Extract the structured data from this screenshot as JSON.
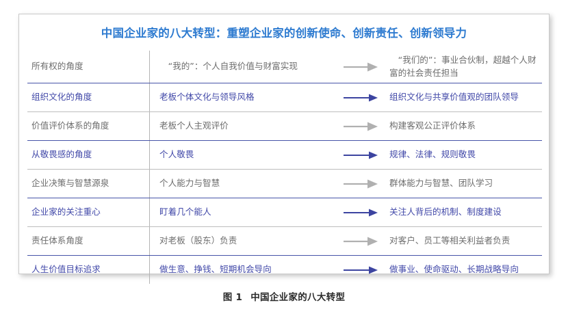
{
  "figure": {
    "panel_title": "中国企业家的八大转型：重塑企业家的创新使命、创新责任、创新领导力",
    "caption_label": "图 1",
    "caption_text": "中国企业家的八大转型",
    "colors": {
      "title_blue": "#2e7bd0",
      "accent_blue": "#4148a8",
      "plain_gray": "#6d6d6d",
      "separator_blue": "#4653a8",
      "separator_gray": "#bdbdbd",
      "panel_border": "#c9c9c9",
      "background": "#ffffff"
    },
    "arrow_icon_name": "right-arrow-icon",
    "rows": [
      {
        "dimension": "所有权的角度",
        "before": "　“我的”：个人自我价值与财富实现",
        "arrow": "→",
        "after": "　“我们的”：事业合伙制，超越个人财富的社会责任担当",
        "style": "plain"
      },
      {
        "dimension": "组织文化的角度",
        "before": "老板个体文化与领导风格",
        "arrow": "→",
        "after": "组织文化与共享价值观的团队领导",
        "style": "accent"
      },
      {
        "dimension": "价值评价体系的角度",
        "before": "老板个人主观评价",
        "arrow": "→",
        "after": "构建客观公正评价体系",
        "style": "plain"
      },
      {
        "dimension": "从敬畏感的角度",
        "before": "个人敬畏",
        "arrow": "→",
        "after": "规律、法律、规则敬畏",
        "style": "accent"
      },
      {
        "dimension": "企业决策与智慧源泉",
        "before": "个人能力与智慧",
        "arrow": "→",
        "after": "群体能力与智慧、团队学习",
        "style": "plain"
      },
      {
        "dimension": "企业家的关注重心",
        "before": "盯着几个能人",
        "arrow": "→",
        "after": "关注人背后的机制、制度建设",
        "style": "accent"
      },
      {
        "dimension": "责任体系角度",
        "before": "对老板（股东）负责",
        "arrow": "→",
        "after": "对客户、员工等相关利益者负责",
        "style": "plain"
      },
      {
        "dimension": "人生价值目标追求",
        "before": "做生意、挣钱、短期机会导向",
        "arrow": "→",
        "after": "做事业、使命驱动、长期战略导向",
        "style": "accent"
      }
    ]
  }
}
